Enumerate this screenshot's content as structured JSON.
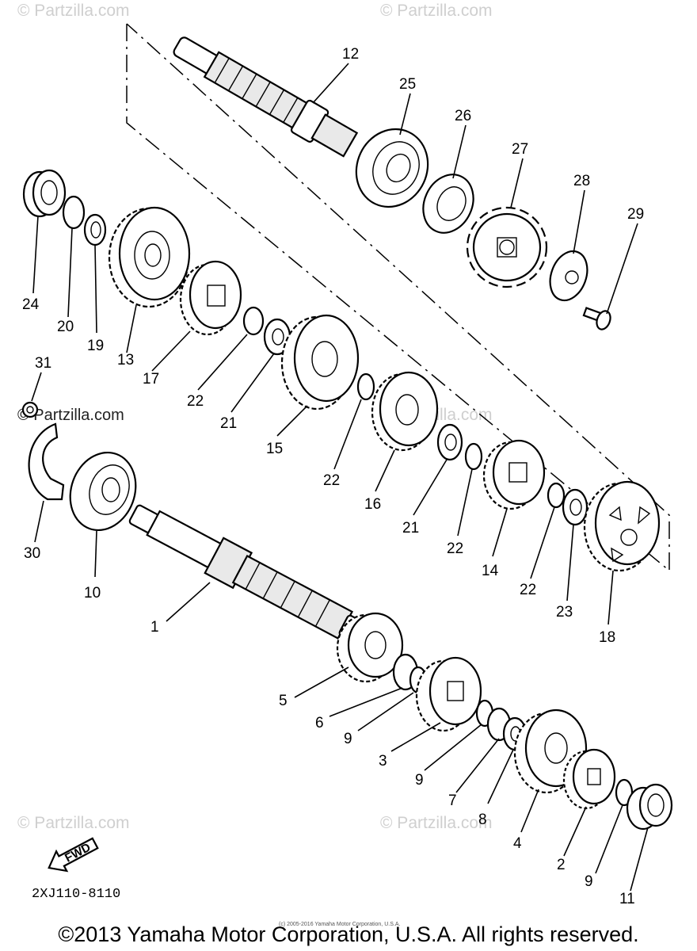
{
  "watermarks": [
    "© Partzilla.com",
    "© Partzilla.com",
    "© Partzilla.com",
    "© Partzilla.com",
    "© Partzilla.com",
    "© Partzilla.com"
  ],
  "callouts": [
    {
      "id": "c1",
      "text": "1"
    },
    {
      "id": "c2",
      "text": "2"
    },
    {
      "id": "c3",
      "text": "3"
    },
    {
      "id": "c4",
      "text": "4"
    },
    {
      "id": "c5",
      "text": "5"
    },
    {
      "id": "c6",
      "text": "6"
    },
    {
      "id": "c7",
      "text": "7"
    },
    {
      "id": "c8",
      "text": "8"
    },
    {
      "id": "c9a",
      "text": "9"
    },
    {
      "id": "c9b",
      "text": "9"
    },
    {
      "id": "c9c",
      "text": "9"
    },
    {
      "id": "c10",
      "text": "10"
    },
    {
      "id": "c11",
      "text": "11"
    },
    {
      "id": "c12",
      "text": "12"
    },
    {
      "id": "c13",
      "text": "13"
    },
    {
      "id": "c14",
      "text": "14"
    },
    {
      "id": "c15",
      "text": "15"
    },
    {
      "id": "c16",
      "text": "16"
    },
    {
      "id": "c17",
      "text": "17"
    },
    {
      "id": "c18",
      "text": "18"
    },
    {
      "id": "c19",
      "text": "19"
    },
    {
      "id": "c20",
      "text": "20"
    },
    {
      "id": "c21a",
      "text": "21"
    },
    {
      "id": "c21b",
      "text": "21"
    },
    {
      "id": "c22a",
      "text": "22"
    },
    {
      "id": "c22b",
      "text": "22"
    },
    {
      "id": "c22c",
      "text": "22"
    },
    {
      "id": "c22d",
      "text": "22"
    },
    {
      "id": "c23",
      "text": "23"
    },
    {
      "id": "c24",
      "text": "24"
    },
    {
      "id": "c25",
      "text": "25"
    },
    {
      "id": "c26",
      "text": "26"
    },
    {
      "id": "c27",
      "text": "27"
    },
    {
      "id": "c28",
      "text": "28"
    },
    {
      "id": "c29",
      "text": "29"
    },
    {
      "id": "c30",
      "text": "30"
    },
    {
      "id": "c31",
      "text": "31"
    }
  ],
  "fwd_label": "FWD",
  "diagram_code": "2XJ110-8110",
  "small_copyright": "(c) 2005-2016 Yamaha Motor Corporation, U.S.A.",
  "copyright": "©2013 Yamaha Motor Corporation, U.S.A. All rights reserved.",
  "icons": [
    "fwd-arrow-icon"
  ]
}
